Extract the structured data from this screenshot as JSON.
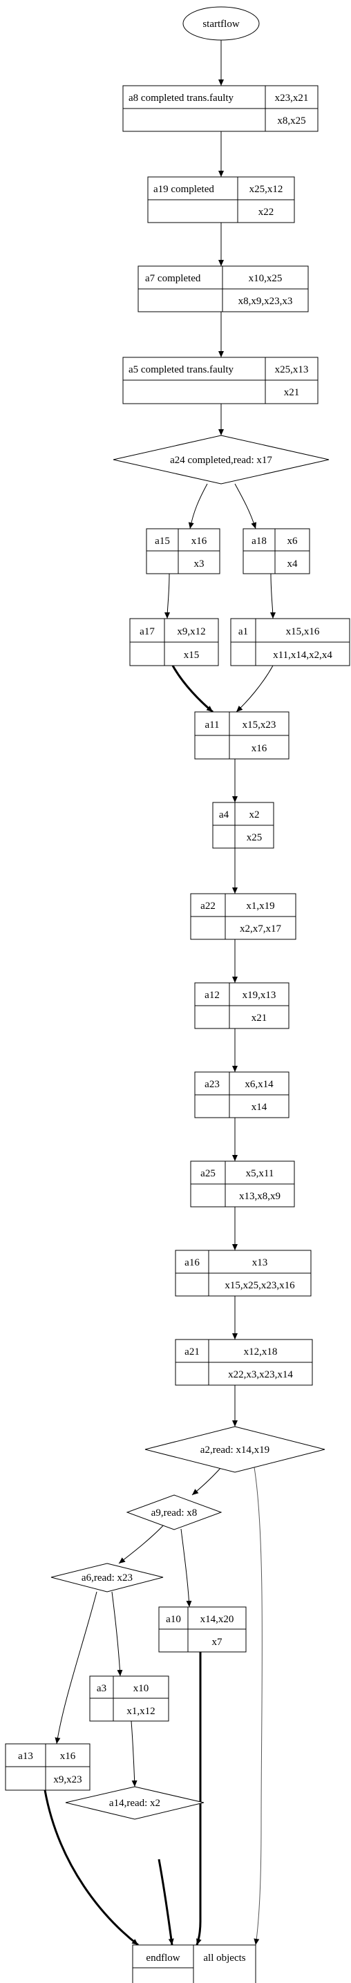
{
  "nodes": {
    "start": {
      "label": "startflow"
    },
    "a8": {
      "cells": [
        "a8 completed trans.faulty",
        "x23,x21",
        "",
        "x8,x25"
      ]
    },
    "a19": {
      "cells": [
        "a19 completed",
        "x25,x12",
        "",
        "x22"
      ]
    },
    "a7": {
      "cells": [
        "a7 completed",
        "x10,x25",
        "",
        "x8,x9,x23,x3"
      ]
    },
    "a5": {
      "cells": [
        "a5 completed trans.faulty",
        "x25,x13",
        "",
        "x21"
      ]
    },
    "a24": {
      "label": "a24 completed,read: x17"
    },
    "a15": {
      "cells": [
        "a15",
        "x16",
        "",
        "x3"
      ]
    },
    "a18": {
      "cells": [
        "a18",
        "x6",
        "",
        "x4"
      ]
    },
    "a17": {
      "cells": [
        "a17",
        "x9,x12",
        "",
        "x15"
      ]
    },
    "a1": {
      "cells": [
        "a1",
        "x15,x16",
        "",
        "x11,x14,x2,x4"
      ]
    },
    "a11": {
      "cells": [
        "a11",
        "x15,x23",
        "",
        "x16"
      ]
    },
    "a4": {
      "cells": [
        "a4",
        "x2",
        "",
        "x25"
      ]
    },
    "a22": {
      "cells": [
        "a22",
        "x1,x19",
        "",
        "x2,x7,x17"
      ]
    },
    "a12": {
      "cells": [
        "a12",
        "x19,x13",
        "",
        "x21"
      ]
    },
    "a23": {
      "cells": [
        "a23",
        "x6,x14",
        "",
        "x14"
      ]
    },
    "a25": {
      "cells": [
        "a25",
        "x5,x11",
        "",
        "x13,x8,x9"
      ]
    },
    "a16": {
      "cells": [
        "a16",
        "x13",
        "",
        "x15,x25,x23,x16"
      ]
    },
    "a21": {
      "cells": [
        "a21",
        "x12,x18",
        "",
        "x22,x3,x23,x14"
      ]
    },
    "a2": {
      "label": "a2,read: x14,x19"
    },
    "a9": {
      "label": "a9,read: x8"
    },
    "a6": {
      "label": "a6,read: x23"
    },
    "a10": {
      "cells": [
        "a10",
        "x14,x20",
        "",
        "x7"
      ]
    },
    "a3": {
      "cells": [
        "a3",
        "x10",
        "",
        "x1,x12"
      ]
    },
    "a13": {
      "cells": [
        "a13",
        "x16",
        "",
        "x9,x23"
      ]
    },
    "a14": {
      "label": "a14,read: x2"
    },
    "end": {
      "cells": [
        "endflow",
        "all objects"
      ]
    }
  }
}
